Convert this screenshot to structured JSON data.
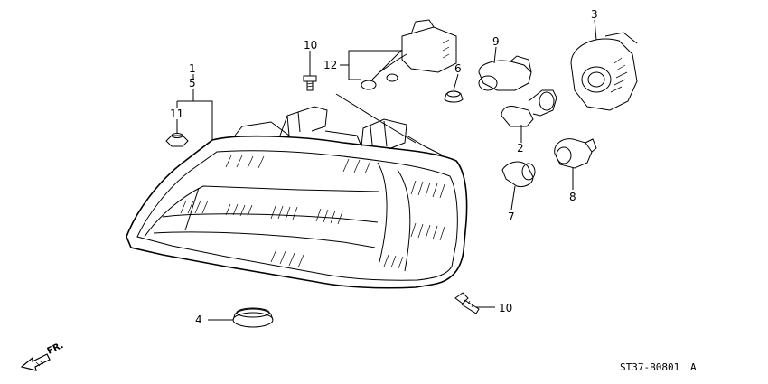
{
  "callouts": {
    "c1": "1",
    "c5": "5",
    "c11": "11",
    "c10a": "10",
    "c12": "12",
    "c6": "6",
    "c9": "9",
    "c3": "3",
    "c2": "2",
    "c8": "8",
    "c7": "7",
    "c4": "4",
    "c10b": "10"
  },
  "direction_label": "FR.",
  "diagram_code": "ST37-B0801",
  "diagram_suffix": "A"
}
